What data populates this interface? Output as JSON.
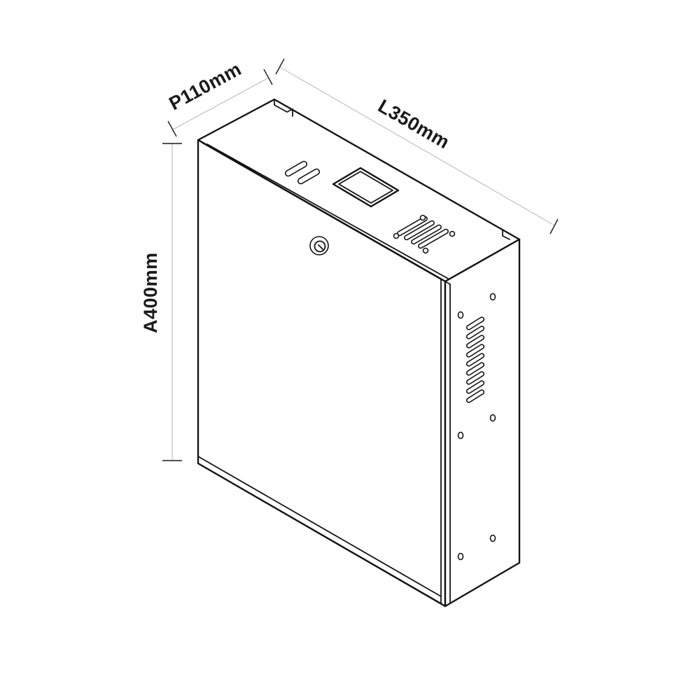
{
  "dimensions": {
    "depth": "P110mm",
    "length": "L350mm",
    "height": "A400mm"
  },
  "colors": {
    "line": "#141414",
    "dimension_line": "#b5b5b5",
    "background": "#ffffff"
  },
  "icons": {
    "lock": "lock-icon"
  }
}
